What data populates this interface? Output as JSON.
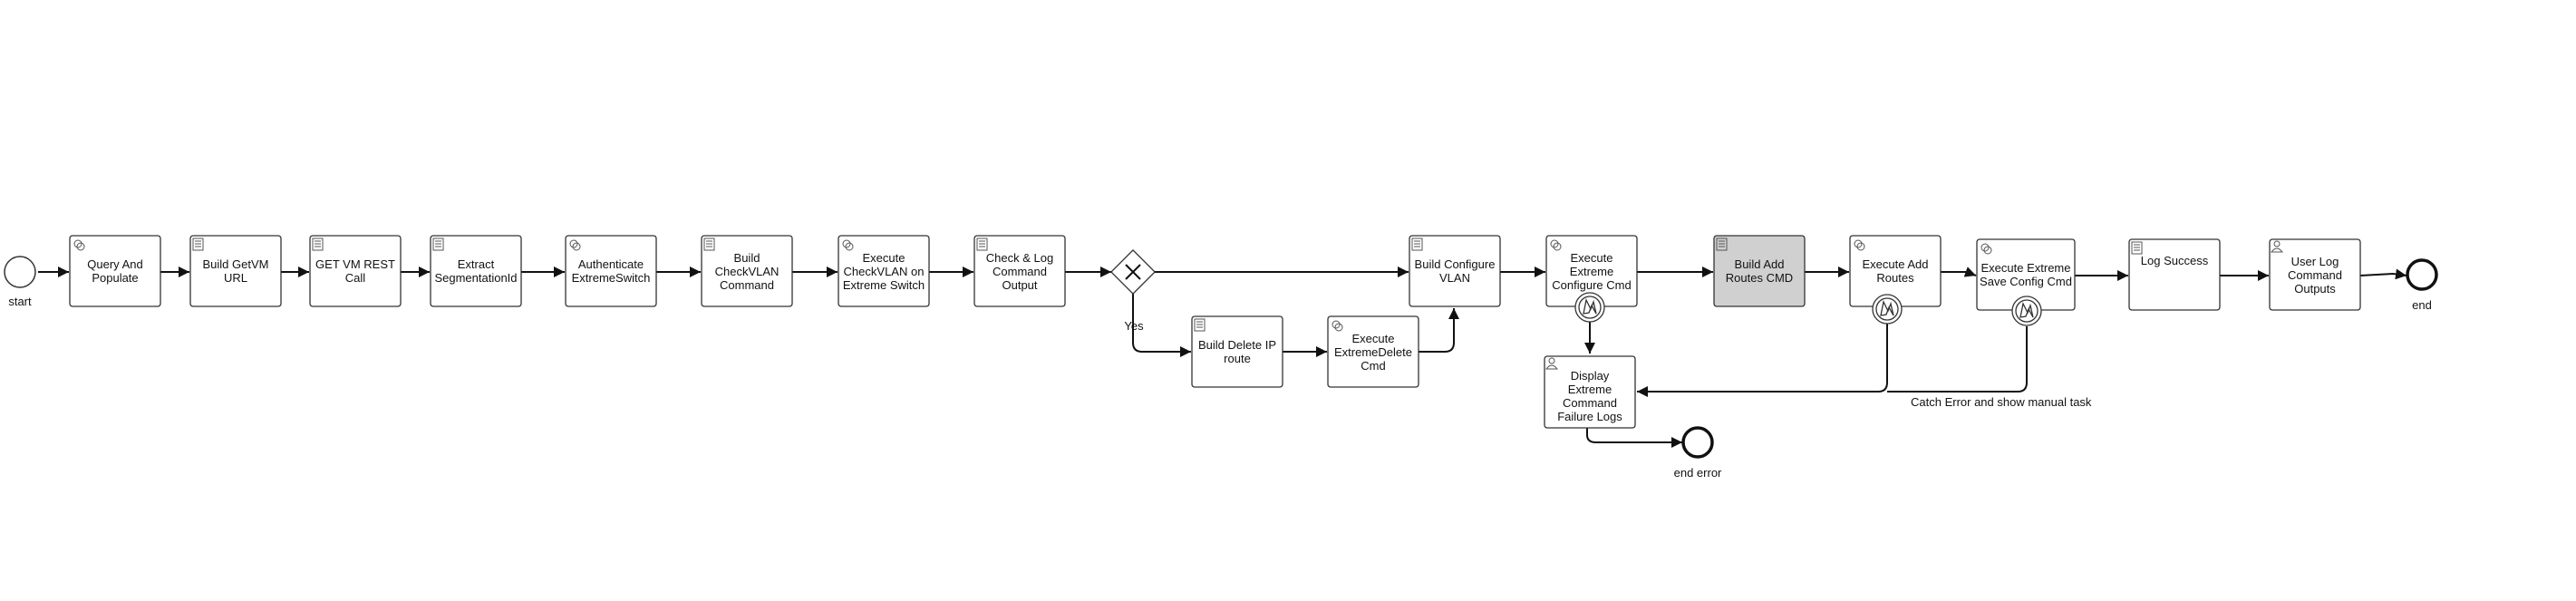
{
  "events": {
    "start": "start",
    "end": "end",
    "end_error": "end error"
  },
  "tasks": {
    "query_and_populate": "Query And Populate",
    "build_getvm_url": "Build GetVM URL",
    "get_vm_rest_call": "GET VM REST Call",
    "extract_segmentationid": "Extract SegmentationId",
    "authenticate_extremeswitch": "Authenticate ExtremeSwitch",
    "build_checkvlan_command": "Build CheckVLAN Command",
    "execute_checkvlan": "Execute CheckVLAN on Extreme Switch",
    "check_log_command_output": "Check & Log Command Output",
    "build_configure_vlan": "Build Configure VLAN",
    "execute_extreme_configure_cmd": "Execute Extreme Configure Cmd",
    "build_add_routes_cmd": "Build Add Routes CMD",
    "execute_add_routes": "Execute Add Routes",
    "execute_extreme_save_config_cmd": "Execute Extreme Save Config Cmd",
    "log_success": "Log Success",
    "user_log_command_outputs": "User Log Command Outputs",
    "build_delete_ip_route": "Build Delete IP route",
    "execute_extremedelete_cmd": "Execute ExtremeDelete Cmd",
    "display_failure_logs": "Display Extreme Command Failure Logs"
  },
  "flow_labels": {
    "yes": "Yes",
    "catch_error": "Catch Error and show manual task"
  },
  "task_types": {
    "query_and_populate": "service-task-icon",
    "build_getvm_url": "script-task-icon",
    "get_vm_rest_call": "script-task-icon",
    "extract_segmentationid": "script-task-icon",
    "authenticate_extremeswitch": "service-task-icon",
    "build_checkvlan_command": "script-task-icon",
    "execute_checkvlan": "service-task-icon",
    "check_log_command_output": "script-task-icon",
    "build_configure_vlan": "script-task-icon",
    "execute_extreme_configure_cmd": "service-task-icon",
    "build_add_routes_cmd": "script-task-icon",
    "execute_add_routes": "service-task-icon",
    "execute_extreme_save_config_cmd": "service-task-icon",
    "log_success": "script-task-icon",
    "user_log_command_outputs": "user-task-icon",
    "build_delete_ip_route": "script-task-icon",
    "execute_extremedelete_cmd": "service-task-icon",
    "display_failure_logs": "user-task-icon"
  },
  "selected_task": "build_add_routes_cmd",
  "colors": {
    "stroke": "#333333",
    "selected_fill": "#d0d0d0",
    "task_fill": "#ffffff"
  }
}
